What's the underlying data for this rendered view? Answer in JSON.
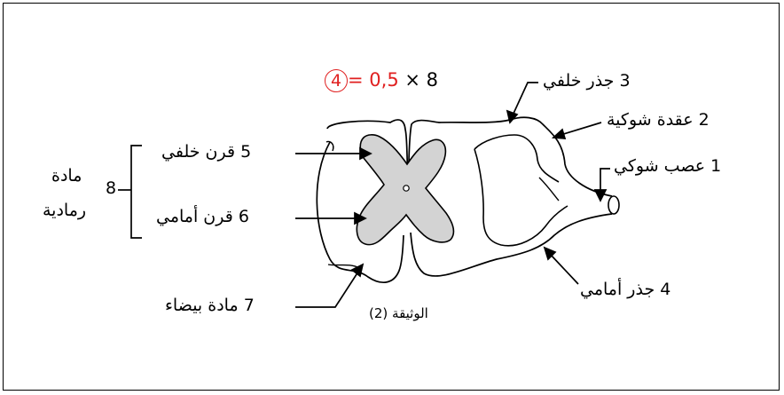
{
  "score": {
    "circled": "4",
    "equals": "=",
    "factor_red": "0,5",
    "times_expr": "× 8"
  },
  "labels": {
    "l1": "1 عصب شوكي",
    "l2": "2 عقدة شوكية",
    "l3": "3 جذر خلفي",
    "l4": "4 جذر أمامي",
    "l5": "5 قرن خلفي",
    "l6": "6 قرن أمامي",
    "l7": "7 مادة بيضاء",
    "l8_num": "8",
    "l8_line1": "مادة",
    "l8_line2": "رمادية"
  },
  "caption": "الوثيقة (2)",
  "colors": {
    "accent": "#e02020",
    "grey_matter": "#d3d3d3"
  }
}
